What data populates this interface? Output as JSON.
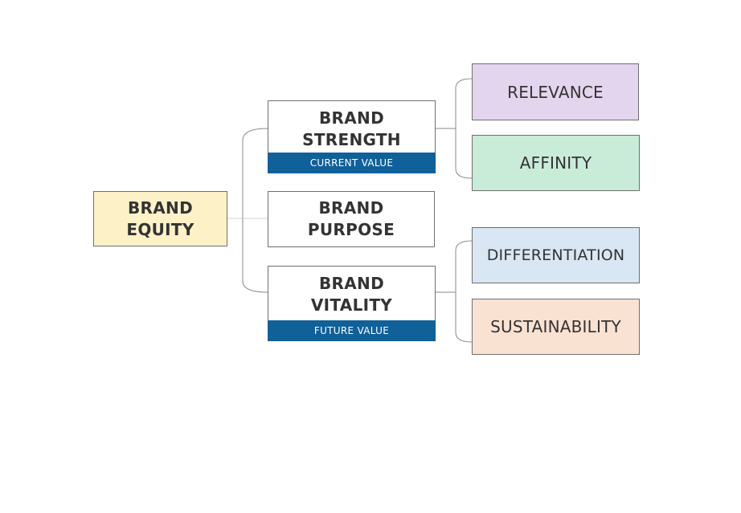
{
  "colors": {
    "root_fill": "#fdf1c7",
    "band_fill": "#10609a",
    "relevance_fill": "#e3d5ee",
    "affinity_fill": "#c9ecd9",
    "differentiation_fill": "#d9e6f3",
    "sustainability_fill": "#fae2d3",
    "connector": "#8a8a8a"
  },
  "root": {
    "line1": "BRAND",
    "line2": "EQUITY"
  },
  "strength": {
    "line1": "BRAND",
    "line2": "STRENGTH",
    "band": "CURRENT VALUE"
  },
  "purpose": {
    "line1": "BRAND",
    "line2": "PURPOSE"
  },
  "vitality": {
    "line1": "BRAND",
    "line2": "VITALITY",
    "band": "FUTURE VALUE"
  },
  "leaves": {
    "relevance": "RELEVANCE",
    "affinity": "AFFINITY",
    "differentiation": "DIFFERENTIATION",
    "sustainability": "SUSTAINABILITY"
  }
}
